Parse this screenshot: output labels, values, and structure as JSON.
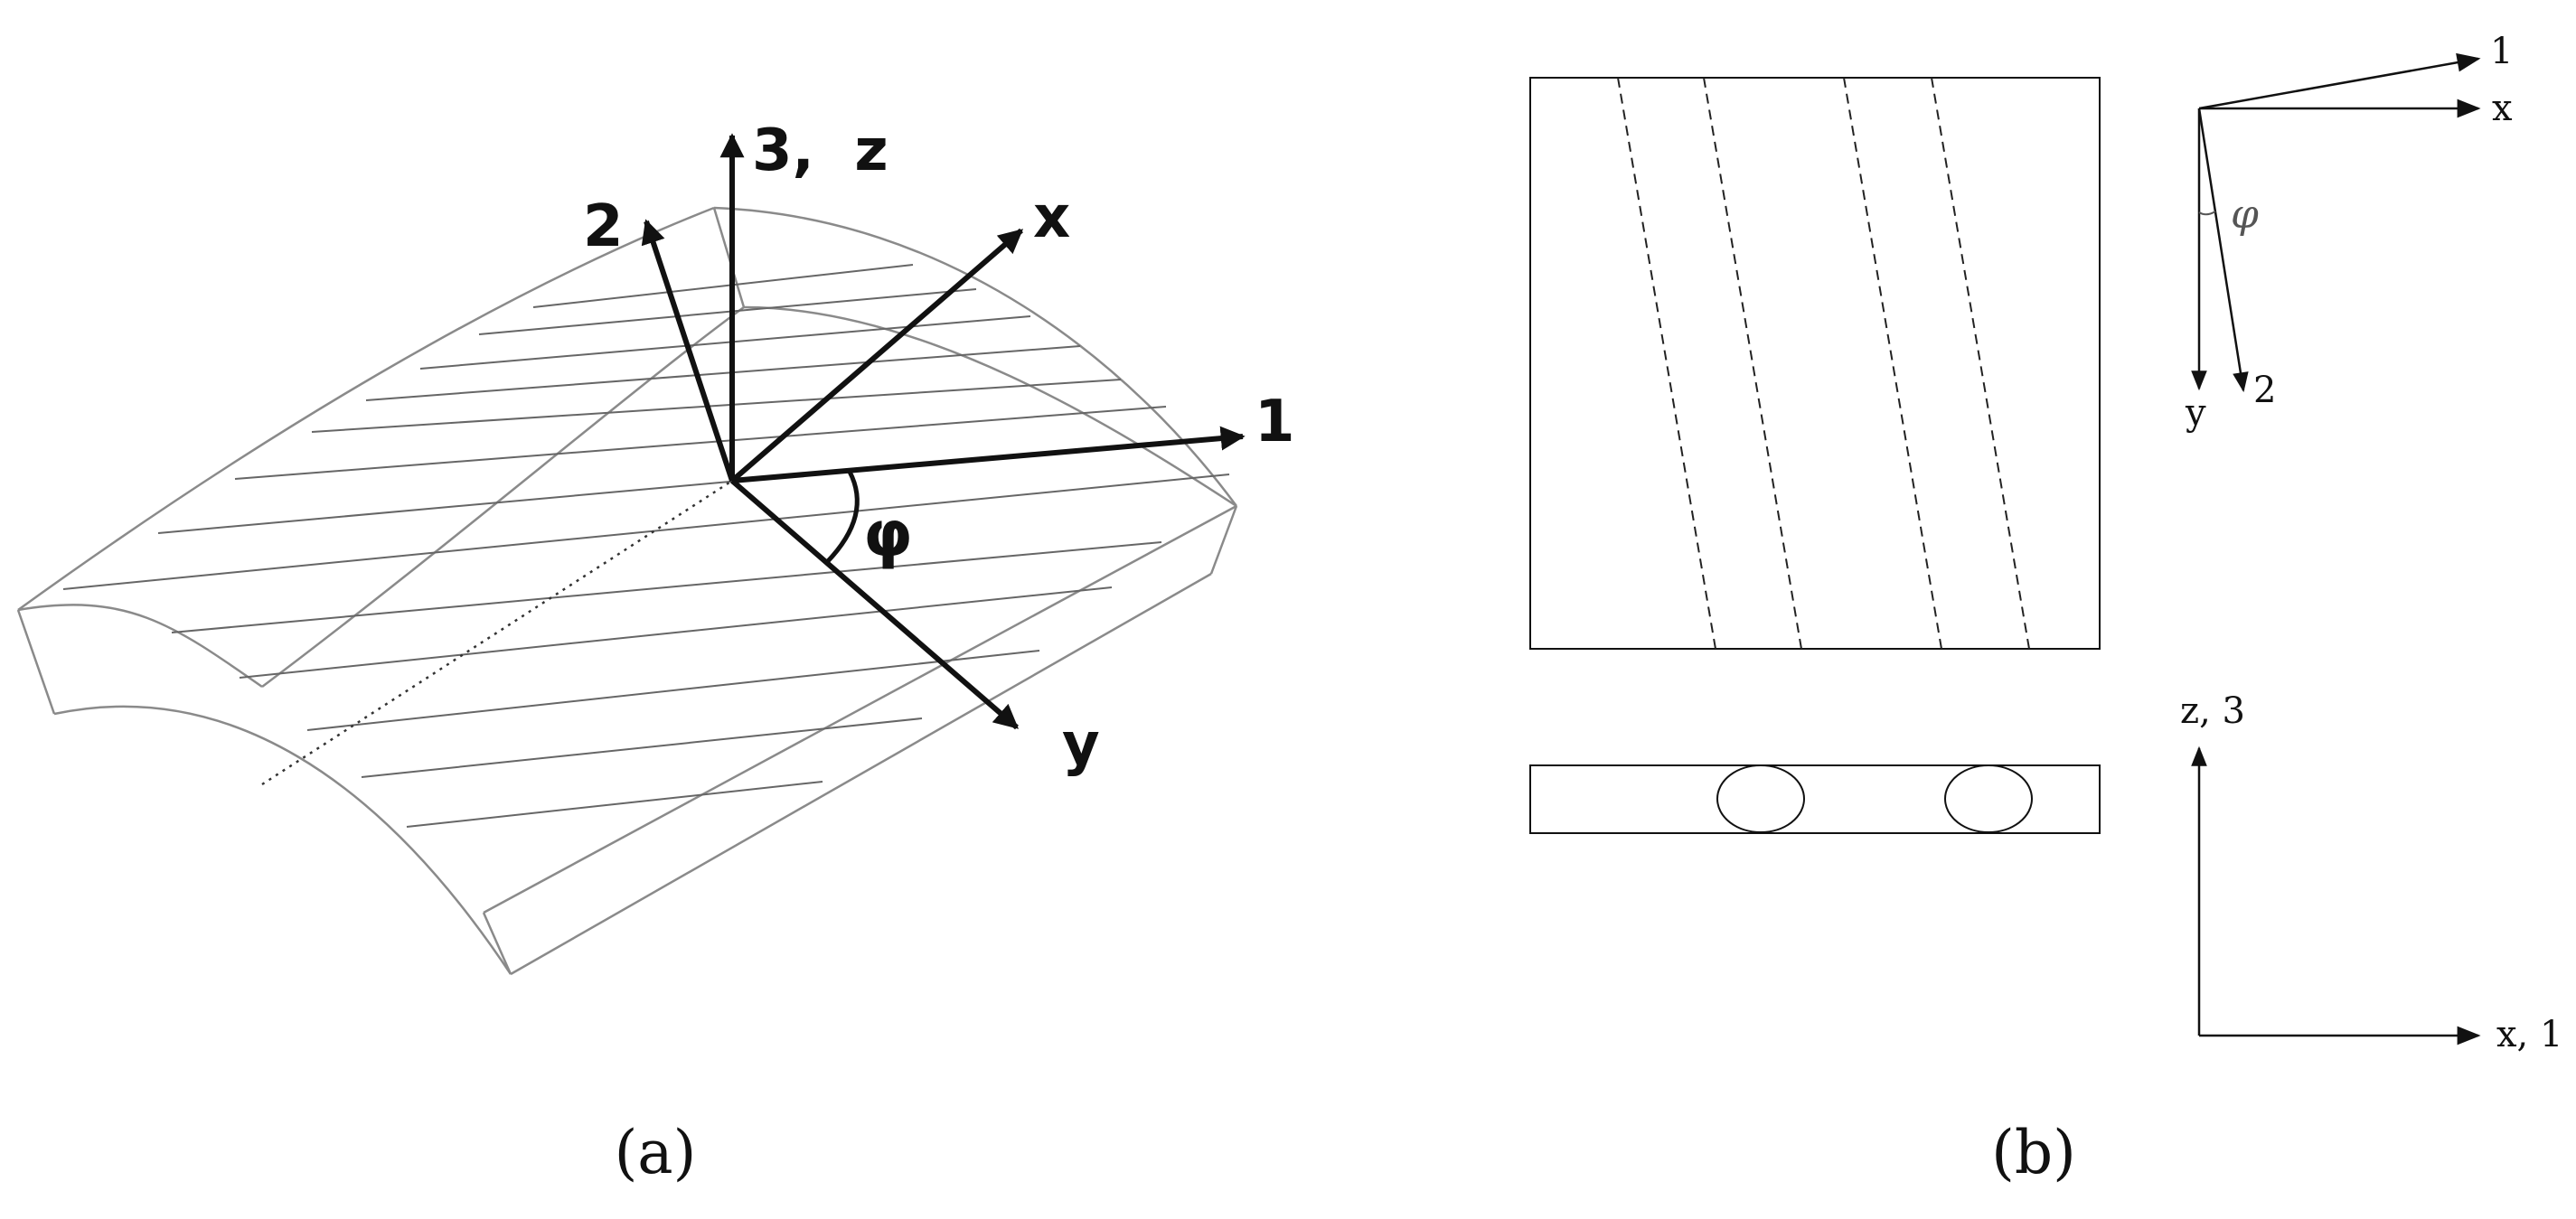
{
  "panel_a": {
    "caption": "(a)",
    "axes": {
      "axis_3z": "3,  z",
      "axis_2": "2",
      "axis_x": "x",
      "axis_1": "1",
      "axis_y": "y"
    },
    "angle_label": "φ"
  },
  "panel_b": {
    "caption": "(b)",
    "top_axes": {
      "axis_1": "1",
      "axis_x": "x",
      "axis_y": "y",
      "axis_2": "2"
    },
    "angle_label": "φ",
    "bottom_axes": {
      "axis_z3": "z, 3",
      "axis_x1": "x, 1"
    }
  }
}
